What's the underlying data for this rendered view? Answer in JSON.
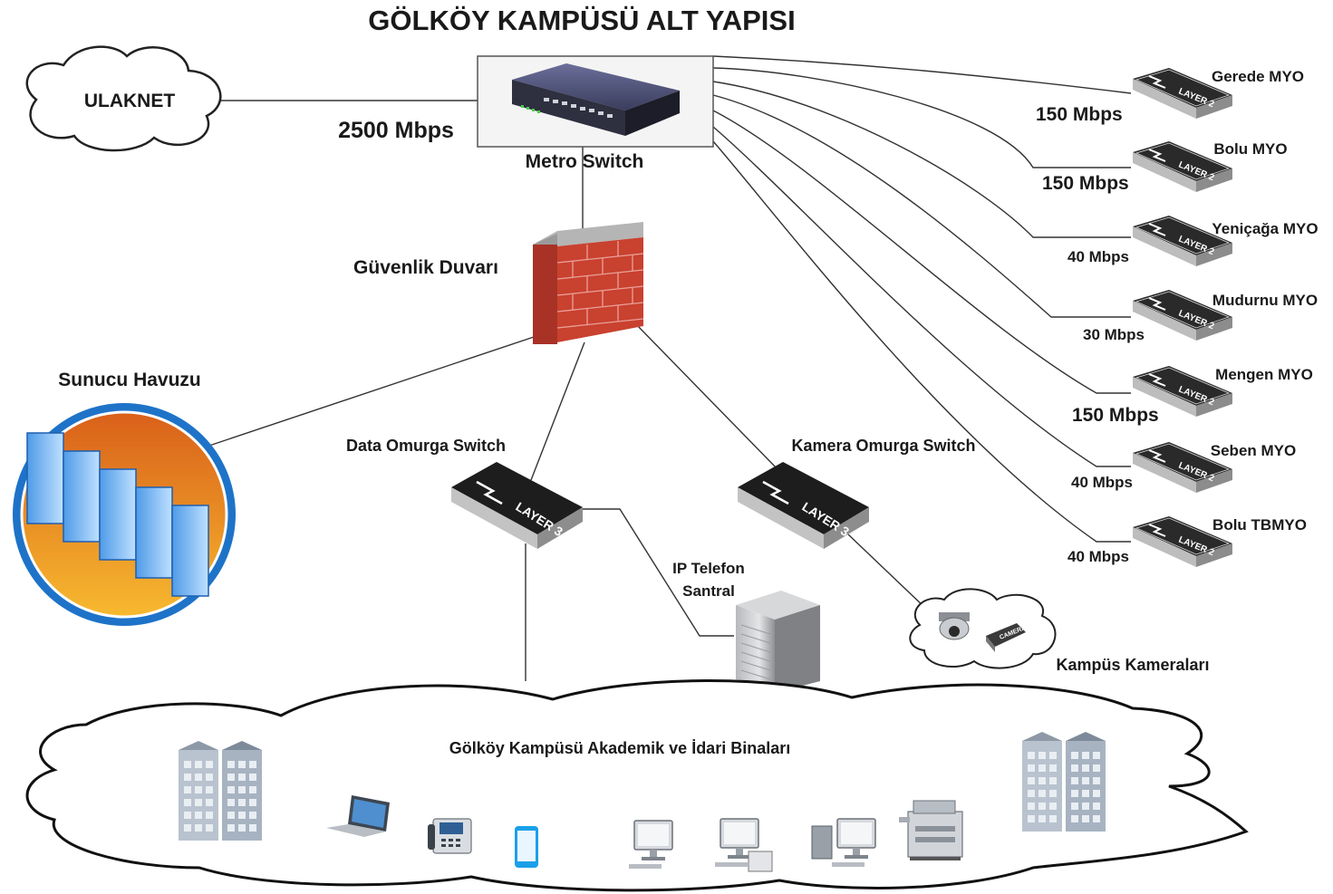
{
  "title": "GÖLKÖY KAMPÜSÜ ALT YAPISI",
  "ulaknet": {
    "label": "ULAKNET",
    "bandwidth": "2500 Mbps"
  },
  "metro_switch": {
    "label": "Metro Switch"
  },
  "firewall": {
    "label": "Güvenlik Duvarı"
  },
  "server_pool": {
    "label": "Sunucu Havuzu"
  },
  "data_switch": {
    "label": "Data Omurga Switch",
    "badge": "LAYER 3"
  },
  "camera_switch": {
    "label": "Kamera Omurga Switch",
    "badge": "LAYER 3"
  },
  "pbx": {
    "label_line1": "IP Telefon",
    "label_line2": "Santral"
  },
  "cameras": {
    "label": "Kampüs Kameraları",
    "device_text": "CAMERA"
  },
  "campus_cloud": {
    "label": "Gölköy Kampüsü Akademik ve İdari Binaları"
  },
  "branch_sites": [
    {
      "name": "Gerede MYO",
      "bandwidth": "150 Mbps",
      "badge": "LAYER 2"
    },
    {
      "name": "Bolu MYO",
      "bandwidth": "150 Mbps",
      "badge": "LAYER 2"
    },
    {
      "name": "Yeniçağa MYO",
      "bandwidth": "40 Mbps",
      "badge": "LAYER 2"
    },
    {
      "name": "Mudurnu MYO",
      "bandwidth": "30 Mbps",
      "badge": "LAYER 2"
    },
    {
      "name": "Mengen MYO",
      "bandwidth": "150 Mbps",
      "badge": "LAYER 2"
    },
    {
      "name": "Seben MYO",
      "bandwidth": "40 Mbps",
      "badge": "LAYER 2"
    },
    {
      "name": "Bolu TBMYO",
      "bandwidth": "40 Mbps",
      "badge": "LAYER 2"
    }
  ],
  "end_devices": [
    "building-icon",
    "laptop-icon",
    "desk-phone-icon",
    "smartphone-icon",
    "desktop-pc-icon",
    "pc-printer-icon",
    "workstation-icon",
    "copier-icon",
    "building-icon"
  ],
  "colors": {
    "firewall_brick": "#c0392b",
    "server_ring": "#1e73c8",
    "server_fill_top": "#e0701f",
    "server_fill_bottom": "#f5b52e",
    "switch_body": "#1d1d1d"
  }
}
